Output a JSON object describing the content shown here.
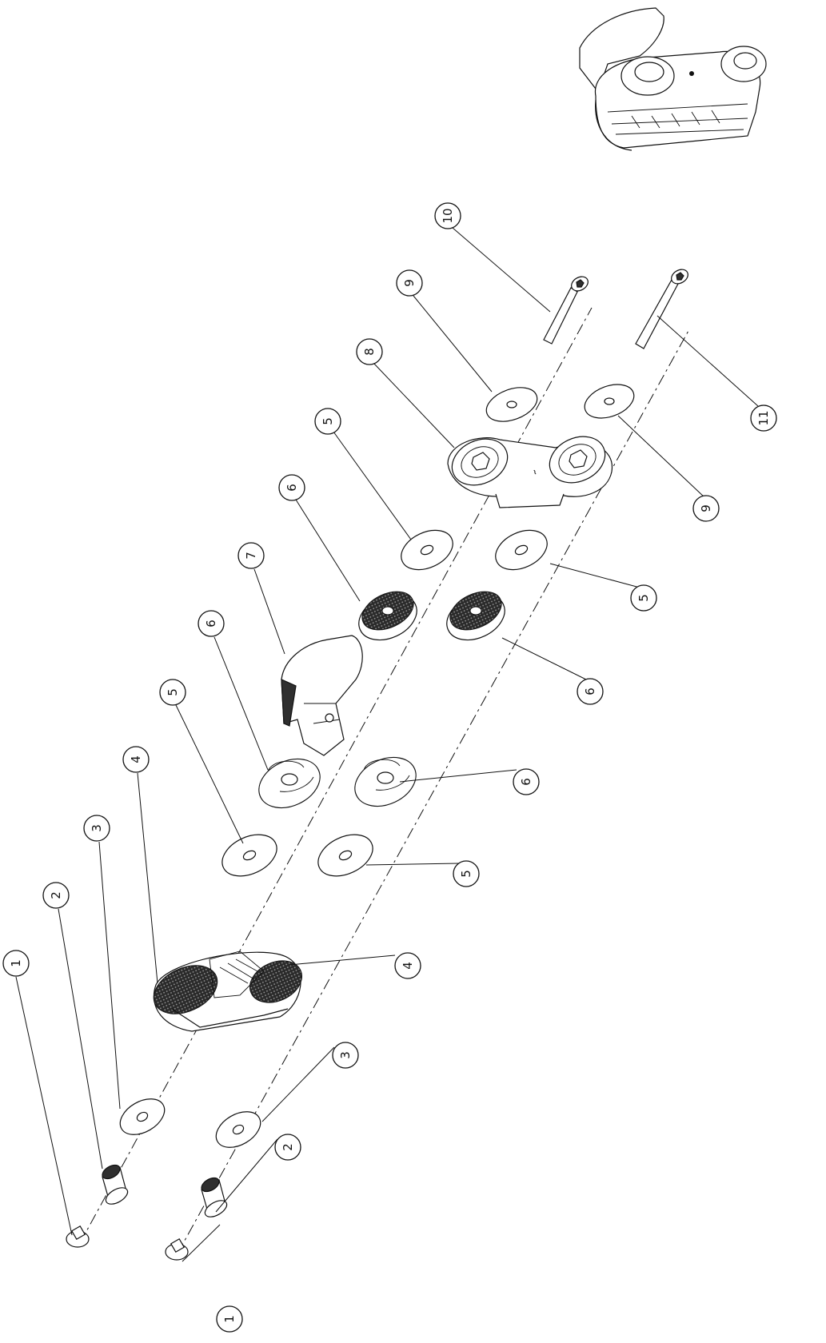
{
  "balloons": [
    {
      "id": "b1a",
      "label": "1"
    },
    {
      "id": "b1b",
      "label": "1"
    },
    {
      "id": "b2a",
      "label": "2"
    },
    {
      "id": "b2b",
      "label": "2"
    },
    {
      "id": "b3a",
      "label": "3"
    },
    {
      "id": "b3b",
      "label": "3"
    },
    {
      "id": "b4a",
      "label": "4"
    },
    {
      "id": "b4b",
      "label": "4"
    },
    {
      "id": "b5a",
      "label": "5"
    },
    {
      "id": "b5b",
      "label": "5"
    },
    {
      "id": "b5c",
      "label": "5"
    },
    {
      "id": "b5d",
      "label": "5"
    },
    {
      "id": "b6a",
      "label": "6"
    },
    {
      "id": "b6b",
      "label": "6"
    },
    {
      "id": "b6c",
      "label": "6"
    },
    {
      "id": "b6d",
      "label": "6"
    },
    {
      "id": "b7",
      "label": "7"
    },
    {
      "id": "b8",
      "label": "8"
    },
    {
      "id": "b9a",
      "label": "9"
    },
    {
      "id": "b9b",
      "label": "9"
    },
    {
      "id": "b10",
      "label": "10"
    },
    {
      "id": "b11",
      "label": "11"
    }
  ],
  "parts": {
    "item1": "cap",
    "item2": "threaded-insert",
    "item3": "washer-small",
    "item4": "base-housing",
    "item5": "washer-large",
    "item6": "sheave",
    "item7": "cam-cleat-arm",
    "item8": "top-plate",
    "item9": "washer-top",
    "item10": "bolt-short",
    "item11": "bolt-long"
  },
  "colors": {
    "ink": "#111111",
    "paper": "#ffffff",
    "shade": "#3a3a3a",
    "light": "#d9d9d9"
  }
}
